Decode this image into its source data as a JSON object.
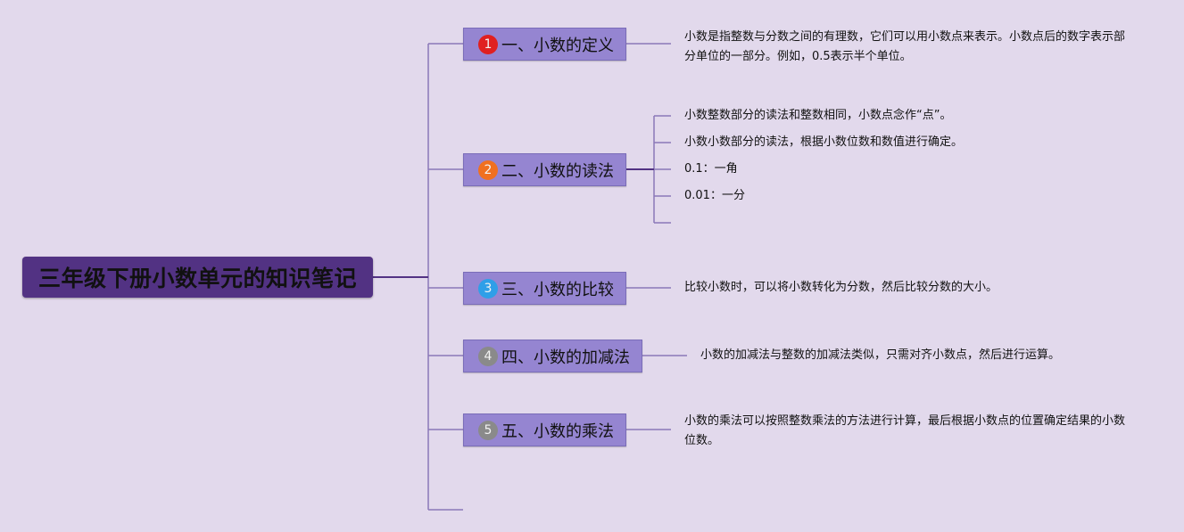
{
  "root": {
    "title": "三年级下册小数单元的知识笔记"
  },
  "colors": {
    "background": "#e2d9ec",
    "root": "#523283",
    "branch": "#9585d1",
    "line": "#8a78b8",
    "marker_1": "#e02020",
    "marker_2": "#f07020",
    "marker_3": "#2f9fe8",
    "marker_4": "#8a8a8a",
    "marker_5": "#8a8a8a"
  },
  "branches": [
    {
      "number": "1",
      "label": "一、小数的定义",
      "leaves": [
        "小数是指整数与分数之间的有理数，它们可以用小数点来表示。小数点后的数字表示部分单位的一部分。例如，0.5表示半个单位。"
      ]
    },
    {
      "number": "2",
      "label": "二、小数的读法",
      "leaves": [
        "小数整数部分的读法和整数相同，小数点念作“点”。",
        "小数小数部分的读法，根据小数位数和数值进行确定。",
        "0.1：一角",
        "0.01：一分"
      ]
    },
    {
      "number": "3",
      "label": "三、小数的比较",
      "leaves": [
        "比较小数时，可以将小数转化为分数，然后比较分数的大小。"
      ]
    },
    {
      "number": "4",
      "label": "四、小数的加减法",
      "leaves": [
        "小数的加减法与整数的加减法类似，只需对齐小数点，然后进行运算。"
      ]
    },
    {
      "number": "5",
      "label": "五、小数的乘法",
      "leaves": [
        "小数的乘法可以按照整数乘法的方法进行计算，最后根据小数点的位置确定结果的小数位数。"
      ]
    }
  ]
}
